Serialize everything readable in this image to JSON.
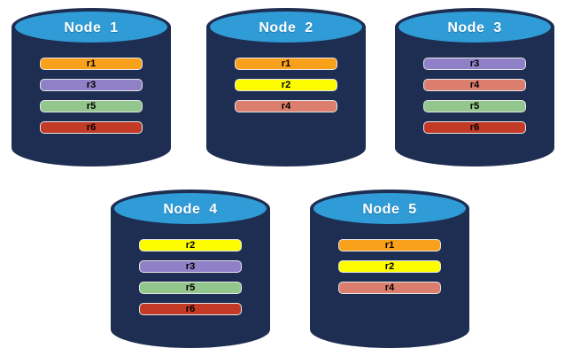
{
  "diagram": {
    "description": "database-node-replica-placement-diagram",
    "background": "#ffffff"
  },
  "colors": {
    "cylinder_body": "#1E2E52",
    "cylinder_top": "#2F9CD7",
    "title_text": "#ffffff",
    "bar_text": "#000000",
    "bar_border": "#e6e6e6"
  },
  "replica_colors": {
    "r1": "#F9A11B",
    "r2": "#FDFD00",
    "r3": "#8F80C8",
    "r4": "#DC7E6D",
    "r5": "#93C68C",
    "r6": "#C33A27"
  },
  "nodes": [
    {
      "title": "Node  1",
      "replicas": [
        "r1",
        "r3",
        "r5",
        "r6"
      ]
    },
    {
      "title": "Node  2",
      "replicas": [
        "r1",
        "r2",
        "r4"
      ]
    },
    {
      "title": "Node  3",
      "replicas": [
        "r3",
        "r4",
        "r5",
        "r6"
      ]
    },
    {
      "title": "Node  4",
      "replicas": [
        "r2",
        "r3",
        "r5",
        "r6"
      ]
    },
    {
      "title": "Node  5",
      "replicas": [
        "r1",
        "r2",
        "r4"
      ]
    }
  ]
}
